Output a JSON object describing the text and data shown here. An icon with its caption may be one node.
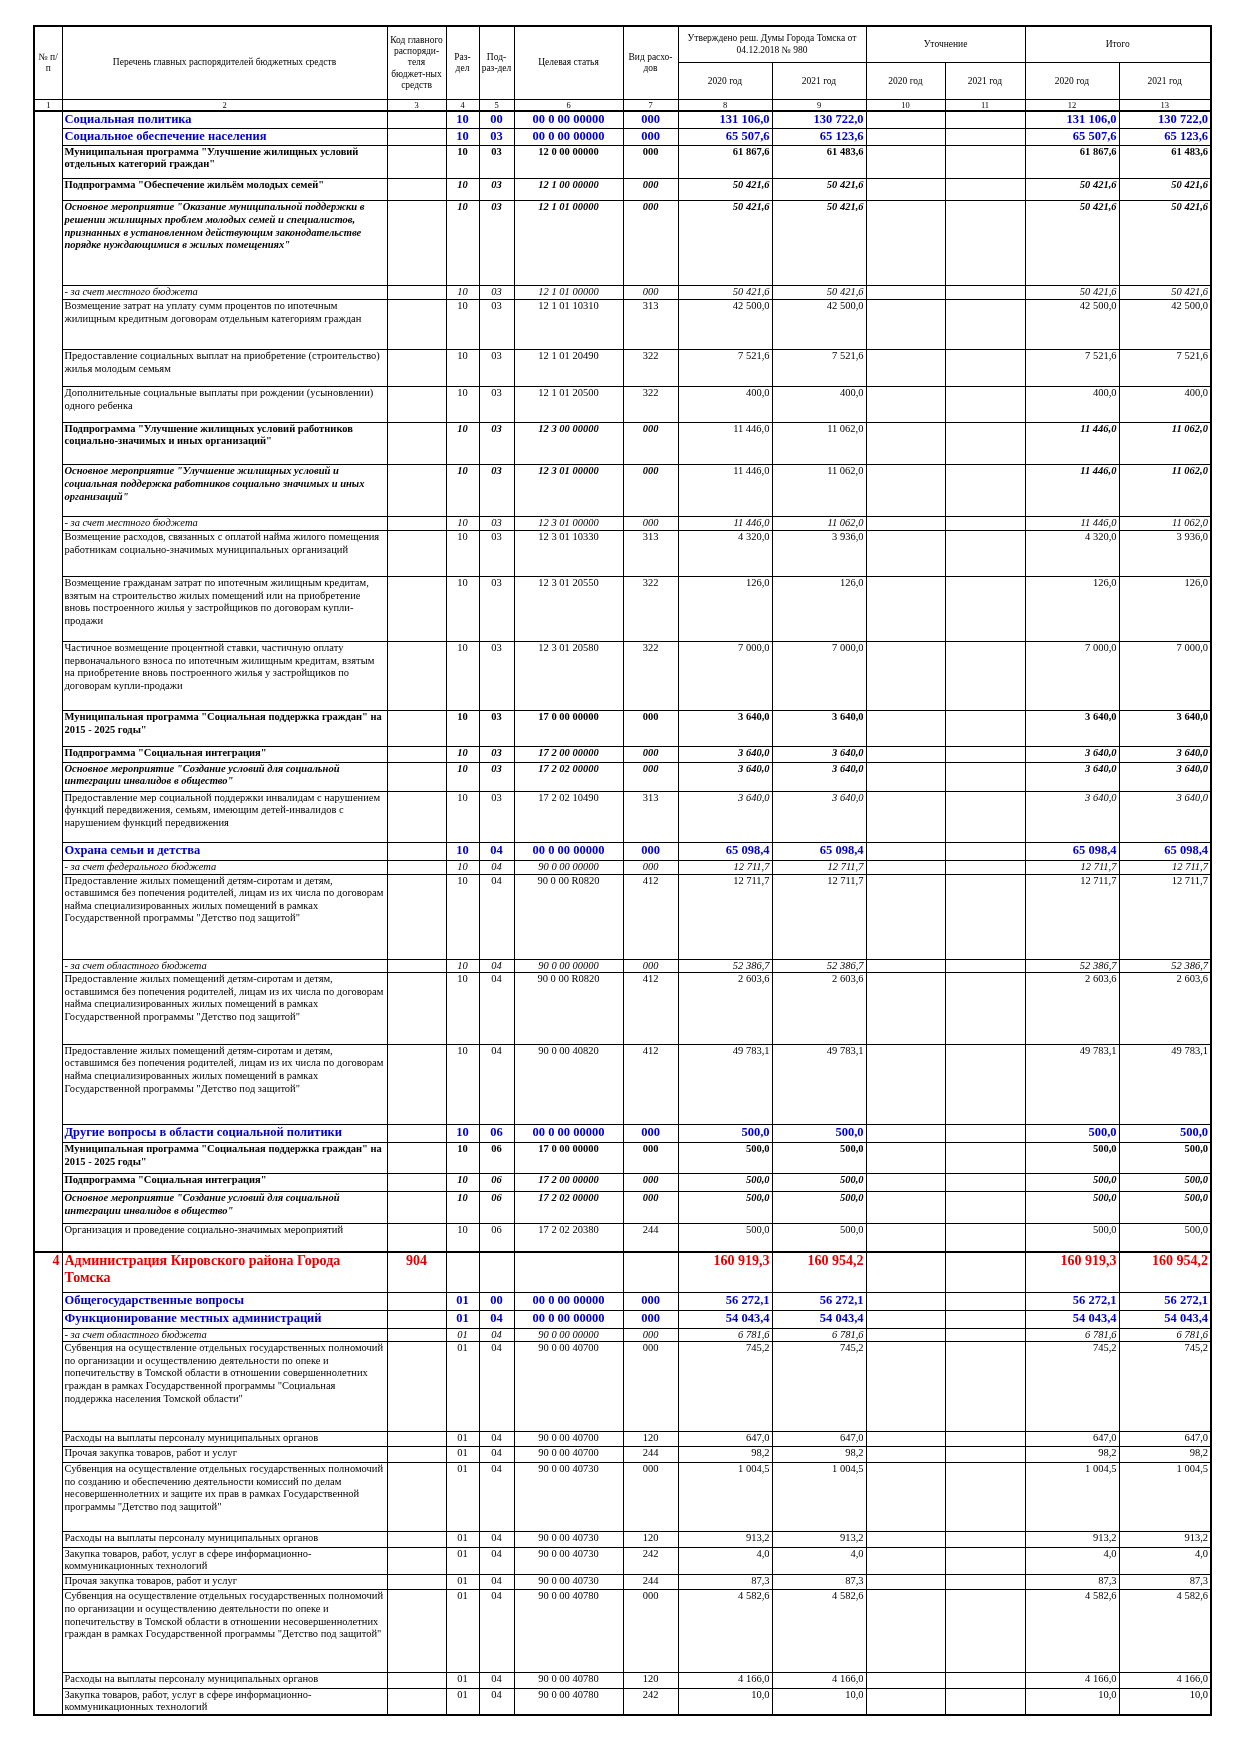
{
  "diagram": {
    "labels": [
      "№ п/п",
      "Перечень главных распорядителей бюджетных средств",
      "Код главного распоряди-теля бюджет-ных средств",
      "Раз-дел",
      "Под-раз-дел",
      "Целевая статья",
      "Вид расхо-дов",
      "Утверждено реш. Думы Города Томска от 04.12.2018 № 980",
      "Уточнение",
      "Итого",
      "2020 год",
      "2021 год",
      "2020 год",
      "2021 год",
      "2020 год",
      "2021 год",
      "1",
      "2",
      "3",
      "4",
      "5",
      "6",
      "7",
      "8",
      "9",
      "10",
      "11",
      "12",
      "13",
      "Социальная политика",
      "10",
      "00",
      "00 0 00 00000",
      "000",
      "131 106,0",
      "130 722,0",
      "131 106,0",
      "130 722,0",
      "Социальное обеспечение населения",
      "10",
      "03",
      "00 0 00 00000",
      "000",
      "65 507,6",
      "65 123,6",
      "65 507,6",
      "65 123,6",
      "Муниципальная программа \"Улучшение жилищных условий отдельных категорий граждан\"",
      "10",
      "03",
      "12 0 00 00000",
      "000",
      "61 867,6",
      "61 483,6",
      "61 867,6",
      "61 483,6",
      "Подпрограмма \"Обеспечение жильём молодых семей\"",
      "10",
      "03",
      "12 1 00 00000",
      "000",
      "50 421,6",
      "50 421,6",
      "50 421,6",
      "50 421,6",
      "Основное мероприятие \"Оказание муниципальной поддержки в решении жилищных проблем молодых семей и специалистов, признанных в установленном действующим законодательстве порядке нуждающимися в жилых помещениях\"",
      "10",
      "03",
      "12 1 01 00000",
      "000",
      "50 421,6",
      "50 421,6",
      "50 421,6",
      "50 421,6",
      "- за счет местного бюджета",
      "10",
      "03",
      "12 1 01 00000",
      "000",
      "50 421,6",
      "50 421,6",
      "50 421,6",
      "50 421,6",
      "Возмещение затрат на уплату сумм процентов по ипотечным жилищным кредитным договорам отдельным категориям граждан",
      "10",
      "03",
      "12 1 01 10310",
      "313",
      "42 500,0",
      "42 500,0",
      "42 500,0",
      "42 500,0",
      "Предоставление социальных выплат на приобретение (строительство) жилья молодым семьям",
      "10",
      "03",
      "12 1 01 20490",
      "322",
      "7 521,6",
      "7 521,6",
      "7 521,6",
      "7 521,6",
      "Дополнительные социальные выплаты при рождении (усыновлении) одного ребенка",
      "10",
      "03",
      "12 1 01 20500",
      "322",
      "400,0",
      "400,0",
      "400,0",
      "400,0",
      "Подпрограмма \"Улучшение жилищных условий работников социально-значимых и иных организаций\"",
      "10",
      "03",
      "12 3 00 00000",
      "000",
      "11 446,0",
      "11 062,0",
      "11 446,0",
      "11 062,0",
      "Основное мероприятие \"Улучшение жилищных условий и социальная поддержка работников социально значимых и иных организаций\"",
      "10",
      "03",
      "12 3 01 00000",
      "000",
      "11 446,0",
      "11 062,0",
      "11 446,0",
      "11 062,0",
      "- за счет местного бюджета",
      "10",
      "03",
      "12 3 01 00000",
      "000",
      "11 446,0",
      "11 062,0",
      "11 446,0",
      "11 062,0",
      "Возмещение расходов, связанных с оплатой найма жилого помещения работникам социально-значимых муниципальных организаций",
      "10",
      "03",
      "12 3 01 10330",
      "313",
      "4 320,0",
      "3 936,0",
      "4 320,0",
      "3 936,0",
      "Возмещение гражданам затрат по ипотечным жилищным кредитам, взятым на строительство жилых помещений или на приобретение вновь построенного жилья у застройщиков по договорам купли-продажи",
      "10",
      "03",
      "12 3 01 20550",
      "322",
      "126,0",
      "126,0",
      "126,0",
      "126,0",
      "Частичное возмещение процентной ставки, частичную оплату первоначального взноса по ипотечным жилищным кредитам, взятым на приобретение вновь построенного жилья у застройщиков по договорам купли-продажи",
      "10",
      "03",
      "12 3 01 20580",
      "322",
      "7 000,0",
      "7 000,0",
      "7 000,0",
      "7 000,0",
      "Муниципальная программа \"Социальная поддержка граждан\" на 2015 - 2025 годы\"",
      "10",
      "03",
      "17 0 00 00000",
      "000",
      "3 640,0",
      "3 640,0",
      "3 640,0",
      "3 640,0",
      "Подпрограмма \"Социальная интеграция\"",
      "10",
      "03",
      "17 2 00 00000",
      "000",
      "3 640,0",
      "3 640,0",
      "3 640,0",
      "3 640,0",
      "Основное мероприятие \"Создание условий для социальной интеграции инвалидов в общество\"",
      "10",
      "03",
      "17 2 02 00000",
      "000",
      "3 640,0",
      "3 640,0",
      "3 640,0",
      "3 640,0",
      "Предоставление мер социальной поддержки инвалидам с нарушением функций передвижения, семьям, имеющим детей-инвалидов с нарушением функций передвижения",
      "10",
      "03",
      "17 2 02 10490",
      "313",
      "3 640,0",
      "3 640,0",
      "3 640,0",
      "3 640,0",
      "Охрана семьи и детства",
      "10",
      "04",
      "00 0 00 00000",
      "000",
      "65 098,4",
      "65 098,4",
      "65 098,4",
      "65 098,4",
      "- за счет федерального бюджета",
      "10",
      "04",
      "90 0 00 00000",
      "000",
      "12 711,7",
      "12 711,7",
      "12 711,7",
      "12 711,7",
      "Предоставление жилых помещений детям-сиротам и детям, оставшимся без попечения родителей, лицам из их числа по договорам найма специализированных жилых помещений в рамках Государственной программы \"Детство под защитой\"",
      "10",
      "04",
      "90 0 00 R0820",
      "412",
      "12 711,7",
      "12 711,7",
      "12 711,7",
      "12 711,7",
      "- за счет областного бюджета",
      "10",
      "04",
      "90 0 00 00000",
      "000",
      "52 386,7",
      "52 386,7",
      "52 386,7",
      "52 386,7",
      "Предоставление жилых помещений детям-сиротам и детям, оставшимся без попечения родителей, лицам из их числа по договорам найма специализированных жилых помещений в рамках Государственной программы \"Детство под защитой\"",
      "10",
      "04",
      "90 0 00 R0820",
      "412",
      "2 603,6",
      "2 603,6",
      "2 603,6",
      "2 603,6",
      "Предоставление жилых помещений детям-сиротам и детям, оставшимся без попечения родителей, лицам из их числа по договорам найма специализированных жилых помещений в рамках Государственной программы \"Детство под защитой\"",
      "10",
      "04",
      "90 0 00 40820",
      "412",
      "49 783,1",
      "49 783,1",
      "49 783,1",
      "49 783,1",
      "Другие вопросы в области социальной политики",
      "10",
      "06",
      "00 0 00 00000",
      "000",
      "500,0",
      "500,0",
      "500,0",
      "500,0",
      "Муниципальная программа \"Социальная поддержка граждан\" на 2015 - 2025 годы\"",
      "10",
      "06",
      "17 0 00 00000",
      "000",
      "500,0",
      "500,0",
      "500,0",
      "500,0",
      "Подпрограмма \"Социальная интеграция\"",
      "10",
      "06",
      "17 2 00 00000",
      "000",
      "500,0",
      "500,0",
      "500,0",
      "500,0",
      "Основное мероприятие \"Создание условий для социальной интеграции инвалидов в общество\"",
      "10",
      "06",
      "17 2 02 00000",
      "000",
      "500,0",
      "500,0",
      "500,0",
      "500,0",
      "Организация и проведение социально-значимых мероприятий",
      "10",
      "06",
      "17 2 02 20380",
      "244",
      "500,0",
      "500,0",
      "500,0",
      "500,0",
      "4",
      "Администрация Кировского района Города Томска",
      "904",
      "160 919,3",
      "160 954,2",
      "160 919,3",
      "160 954,2",
      "Общегосударственные вопросы",
      "01",
      "00",
      "00 0 00 00000",
      "000",
      "56 272,1",
      "56 272,1",
      "56 272,1",
      "56 272,1",
      "Функционирование местных администраций",
      "01",
      "04",
      "00 0 00 00000",
      "000",
      "54 043,4",
      "54 043,4",
      "54 043,4",
      "54 043,4",
      "- за счет областного бюджета",
      "01",
      "04",
      "90 0 00 00000",
      "000",
      "6 781,6",
      "6 781,6",
      "6 781,6",
      "6 781,6",
      "Субвенция на осуществление отдельных государственных полномочий по организации и осуществлению деятельности по опеке и попечительству в Томской области в отношении совершеннолетних граждан в рамках Государственной программы \"Социальная поддержка населения Томской области\"",
      "01",
      "04",
      "90 0 00 40700",
      "000",
      "745,2",
      "745,2",
      "745,2",
      "745,2",
      "Расходы на выплаты персоналу муниципальных органов",
      "01",
      "04",
      "90 0 00 40700",
      "120",
      "647,0",
      "647,0",
      "647,0",
      "647,0",
      "Прочая закупка товаров, работ и услуг",
      "01",
      "04",
      "90 0 00 40700",
      "244",
      "98,2",
      "98,2",
      "98,2",
      "98,2",
      "Субвенция на осуществление отдельных государственных полномочий по созданию и обеспечению деятельности комиссий по делам несовершеннолетних и защите их прав в рамках Государственной программы \"Детство под защитой\"",
      "01",
      "04",
      "90 0 00 40730",
      "000",
      "1 004,5",
      "1 004,5",
      "1 004,5",
      "1 004,5",
      "Расходы на выплаты персоналу муниципальных органов",
      "01",
      "04",
      "90 0 00 40730",
      "120",
      "913,2",
      "913,2",
      "913,2",
      "913,2",
      "Закупка товаров, работ, услуг в сфере информационно-коммуникационных технологий",
      "01",
      "04",
      "90 0 00 40730",
      "242",
      "4,0",
      "4,0",
      "4,0",
      "4,0",
      "Прочая закупка товаров, работ и услуг",
      "01",
      "04",
      "90 0 00 40730",
      "244",
      "87,3",
      "87,3",
      "87,3",
      "87,3",
      "Субвенция на осуществление отдельных государственных полномочий по организации и осуществлению деятельности по опеке и попечительству в Томской области в отношении несовершеннолетних граждан в рамках Государственной программы \"Детство под защитой\"",
      "01",
      "04",
      "90 0 00 40780",
      "000",
      "4 582,6",
      "4 582,6",
      "4 582,6",
      "4 582,6",
      "Расходы на выплаты персоналу муниципальных органов",
      "01",
      "04",
      "90 0 00 40780",
      "120",
      "4 166,0",
      "4 166,0",
      "4 166,0",
      "4 166,0",
      "Закупка товаров, работ, услуг в сфере информационно-коммуникационных технологий",
      "01",
      "04",
      "90 0 00 40780",
      "242",
      "10,0",
      "10,0",
      "10,0",
      "10,0"
    ]
  }
}
